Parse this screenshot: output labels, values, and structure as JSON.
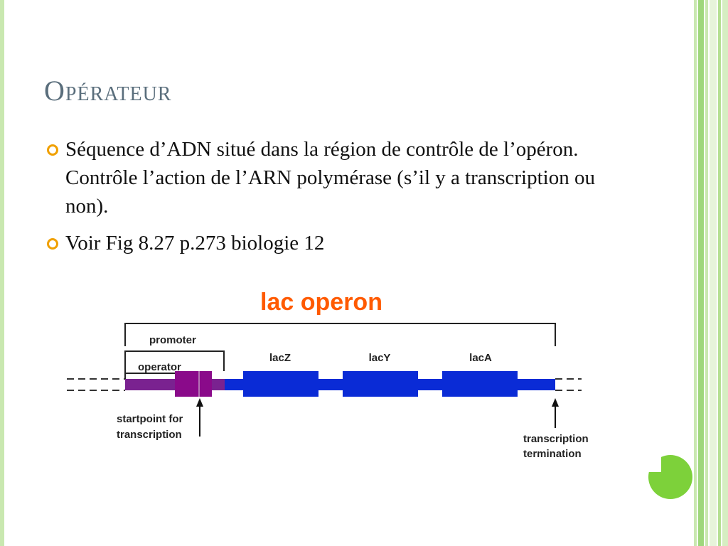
{
  "slide": {
    "title": "Opérateur",
    "bullets": [
      "Séquence d’ADN situé dans la région de contrôle de l’opéron. Contrôle l’action de l’ARN polymérase (s’il y a transcription ou non).",
      "Voir Fig 8.27 p.273 biologie 12"
    ]
  },
  "diagram": {
    "title": "lac operon",
    "labels": {
      "promoter": "promoter",
      "operator": "operator",
      "lacZ": "lacZ",
      "lacY": "lacY",
      "lacA": "lacA",
      "startpoint_line1": "startpoint for",
      "startpoint_line2": "transcription",
      "termination_line1": "transcription",
      "termination_line2": "termination"
    }
  },
  "colors": {
    "title_orange": "#ff5a00",
    "gene_blue": "#0a2bd6",
    "promoter_purple": "#7a2290",
    "operator_magenta": "#8a0a8a",
    "bullet_orange": "#f0a000",
    "accent_green": "#7dd13a",
    "border_green": "#c9e8b0"
  }
}
